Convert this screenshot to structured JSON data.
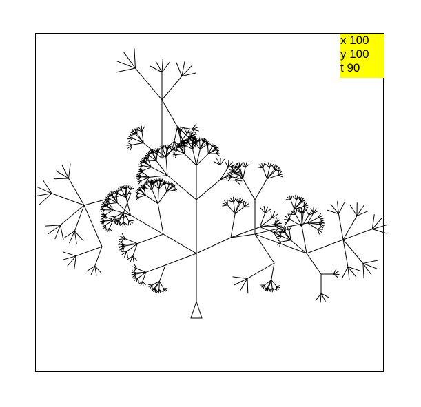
{
  "drawing": {
    "line_color": "#000000",
    "background": "#ffffff",
    "turtle_icon": "triangle-turtle-icon"
  },
  "status": {
    "background": "#ffff00",
    "x_line": "x 100",
    "y_line": "y 100",
    "t_line": "t 90"
  }
}
